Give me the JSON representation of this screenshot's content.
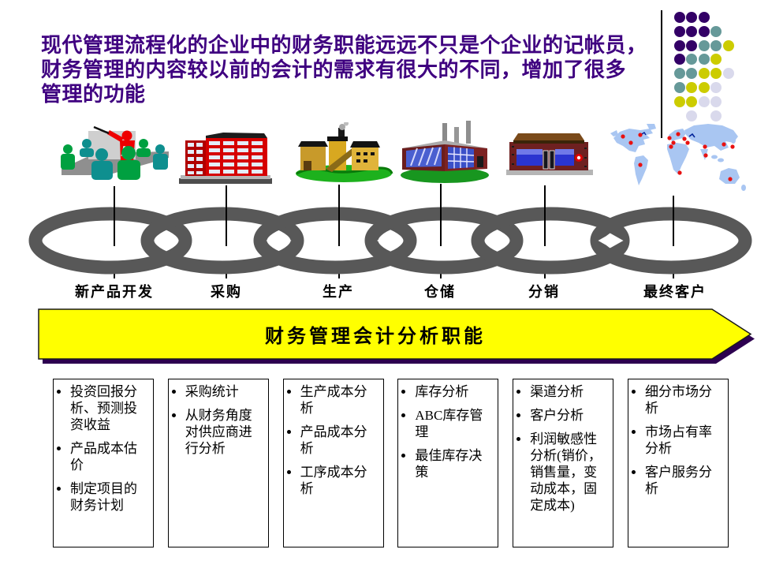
{
  "slide": {
    "title_lines": [
      "现代管理流程化的企业中的财务职能远远不只是个企业的记帐员，",
      "财务管理的内容较以前的会计的需求有很大的不同，增加了很多",
      "管理的功能"
    ],
    "title_color": "#3F0080",
    "background": "#FFFFFF"
  },
  "decoration": {
    "dot_palette": {
      "P": "#330066",
      "T": "#669999",
      "Y": "#CCCC00",
      "L": "#D9D9EC"
    },
    "dot_rows": [
      "PPP..",
      "PPPT.",
      "PPTTY",
      "PTTY.",
      "TTYYL",
      "TYYL.",
      "YYLL.",
      ".L.L."
    ]
  },
  "chain": {
    "link_color": "#585858",
    "stages": [
      {
        "label": "新产品开发",
        "icon": "presentation-meeting-clipart"
      },
      {
        "label": "采购",
        "icon": "office-building-clipart"
      },
      {
        "label": "生产",
        "icon": "factory-clipart"
      },
      {
        "label": "仓储",
        "icon": "warehouse-clipart"
      },
      {
        "label": "分销",
        "icon": "storefront-clipart"
      },
      {
        "label": "最终客户",
        "icon": "world-map-clipart"
      }
    ]
  },
  "arrow_banner": {
    "label": "财务管理会计分析职能",
    "fill": "#FFFF00",
    "shadow": "#2D0050",
    "border": "#1A1A1A"
  },
  "boxes": [
    {
      "items": [
        "投资回报分析、预测投资收益",
        "产品成本估价",
        "制定项目的财务计划"
      ]
    },
    {
      "items": [
        "采购统计",
        "从财务角度对供应商进行分析"
      ]
    },
    {
      "items": [
        "生产成本分析",
        "产品成本分析",
        "工序成本分析"
      ]
    },
    {
      "items": [
        "库存分析",
        "ABC库存管理",
        "最佳库存决策"
      ]
    },
    {
      "items": [
        "渠道分析",
        "客户分析",
        "利润敏感性分析(销价，销售量，变动成本，固定成本)"
      ]
    },
    {
      "items": [
        "细分市场分析",
        "市场占有率分析",
        "客户服务分析"
      ]
    }
  ]
}
